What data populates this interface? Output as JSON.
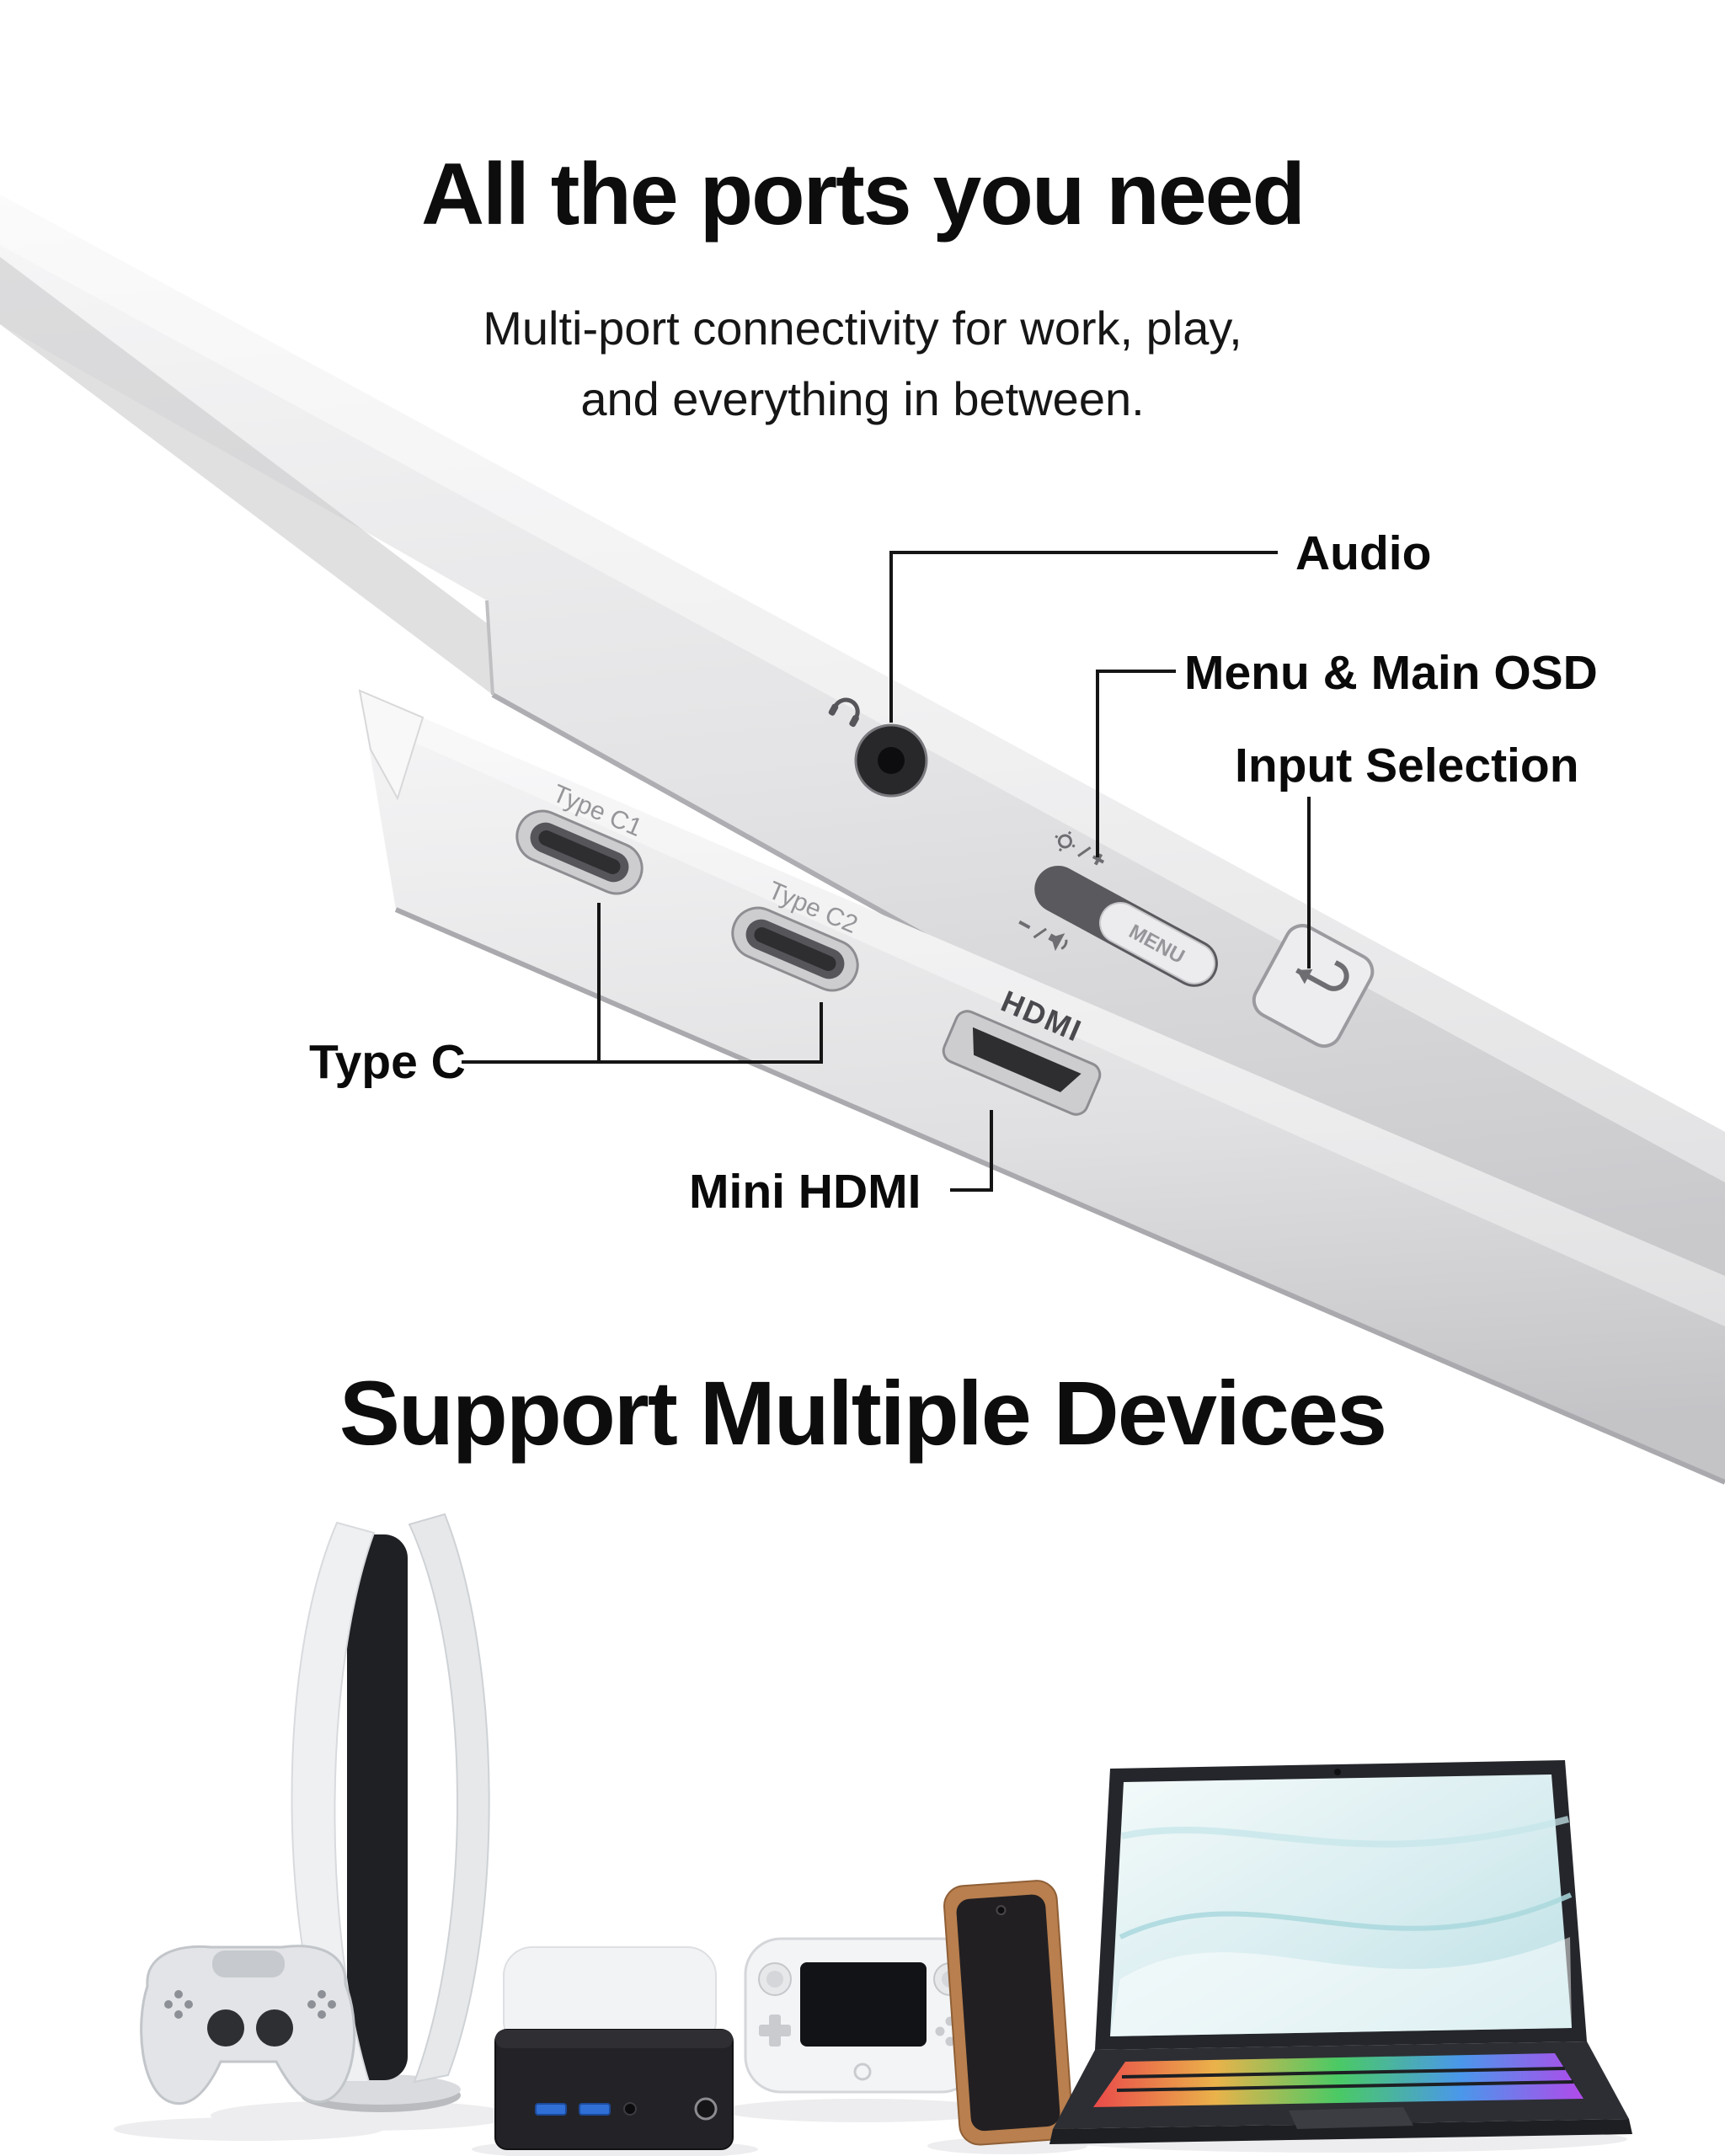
{
  "header": {
    "title": "All the ports you need",
    "subtitle_line1": "Multi-port connectivity for work, play,",
    "subtitle_line2": "and everything in between."
  },
  "callouts": {
    "audio": "Audio",
    "menu_osd": "Menu & Main OSD",
    "input_selection": "Input Selection",
    "type_c": "Type C",
    "mini_hdmi": "Mini HDMI"
  },
  "device_markings": {
    "type_c1": "Type C1",
    "type_c2": "Type C2",
    "hdmi": "HDMI",
    "menu_button": "MENU"
  },
  "section_devices": {
    "title": "Support Multiple Devices"
  },
  "colors": {
    "background": "#ffffff",
    "text": "#0d0d0d",
    "slab_light": "#f3f3f4",
    "slab_mid": "#dcdcde",
    "slab_edge": "#b5b5b8",
    "port_dark": "#2e2e31",
    "marking_gray": "#96969a",
    "callout_line": "#151515"
  }
}
